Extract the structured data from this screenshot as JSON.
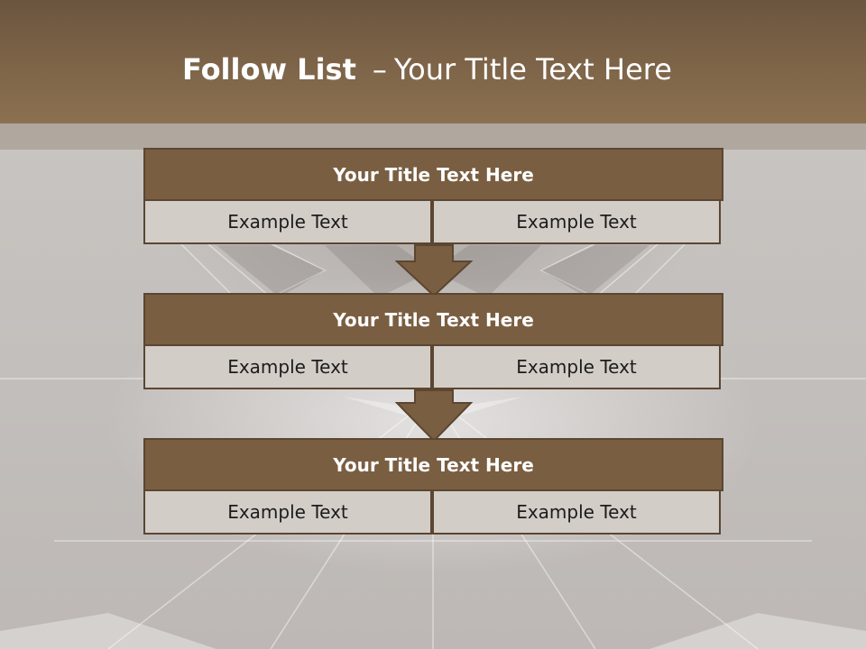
{
  "header": {
    "title_bold": "Follow List",
    "title_dash": "–",
    "title_rest": "Your Title Text Here"
  },
  "blocks": [
    {
      "title": "Your Title Text Here",
      "left_text": "Example Text",
      "right_text": "Example Text"
    },
    {
      "title": "Your Title Text Here",
      "left_text": "Example Text",
      "right_text": "Example Text"
    },
    {
      "title": "Your Title Text Here",
      "left_text": "Example Text",
      "right_text": "Example Text"
    }
  ],
  "arrows": [
    {
      "icon": "down-arrow-icon"
    },
    {
      "icon": "down-arrow-icon"
    }
  ],
  "colors": {
    "header_brown": "#7b6247",
    "block_head_brown": "#7a5e42",
    "border_brown": "#5b4631",
    "cell_fill": "#d3cdc8",
    "arrow_fill": "#7a5e42"
  }
}
